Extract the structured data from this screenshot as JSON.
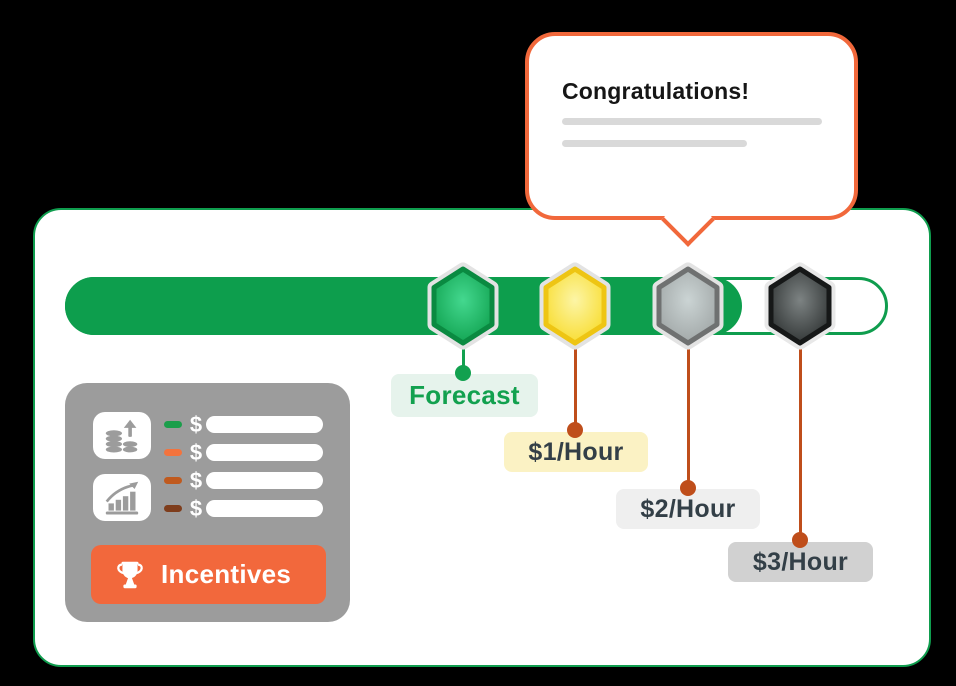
{
  "page": {
    "background": "#000000"
  },
  "bubble": {
    "title": "Congratulations!",
    "border_color": "#F1683B",
    "placeholder_line_color": "#D9D9D9"
  },
  "progress_bar": {
    "fill_color": "#0D9E4D",
    "track_border_color": "#0F9D4E",
    "fill_percent": 82,
    "milestones": [
      {
        "name": "forecast",
        "label": "Forecast",
        "badge_color": "#0EA04D",
        "badge_center_color": "#44D88F",
        "badge_border_color": "#0A8A41",
        "label_bg": "#E6F3EC",
        "label_color": "#12A14F",
        "connector_color": "#12A14F"
      },
      {
        "name": "tier-1",
        "label": "$1/Hour",
        "badge_color": "#F8DB28",
        "badge_center_color": "#FCF5A6",
        "badge_border_color": "#EEC513",
        "label_bg": "#FBF2C4",
        "label_color": "#333F47",
        "connector_color": "#BF4E1B"
      },
      {
        "name": "tier-2",
        "label": "$2/Hour",
        "badge_color": "#9EA4A4",
        "badge_center_color": "#CBD4D4",
        "badge_border_color": "#6F7171",
        "label_bg": "#EFEFEF",
        "label_color": "#333F47",
        "connector_color": "#BF4E1B"
      },
      {
        "name": "tier-3",
        "label": "$3/Hour",
        "badge_color": "#2C3030",
        "badge_center_color": "#7D8383",
        "badge_border_color": "#161818",
        "label_bg": "#D1D1D1",
        "label_color": "#333F47",
        "connector_color": "#BF4E1B"
      }
    ]
  },
  "panel": {
    "background": "#9C9C9C",
    "icon_tiles": [
      "coins-growth-icon",
      "bar-chart-growth-icon"
    ],
    "rows": [
      {
        "dash_color": "#1B9E4B",
        "currency": "$"
      },
      {
        "dash_color": "#F3733D",
        "currency": "$"
      },
      {
        "dash_color": "#C05A1E",
        "currency": "$"
      },
      {
        "dash_color": "#7E3D1C",
        "currency": "$"
      }
    ],
    "button": {
      "label": "Incentives",
      "background": "#F2683C"
    }
  }
}
